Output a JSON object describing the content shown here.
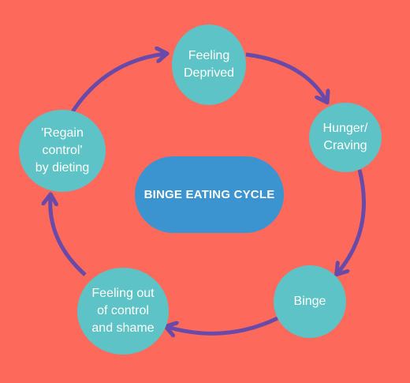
{
  "diagram": {
    "title": "BINGE EATING CYCLE",
    "nodes": [
      {
        "id": "feeling-deprived",
        "label": "Feeling\nDeprived"
      },
      {
        "id": "hunger-craving",
        "label": "Hunger/\nCraving"
      },
      {
        "id": "binge",
        "label": "Binge"
      },
      {
        "id": "out-of-control",
        "label": "Feeling out\nof control\nand shame"
      },
      {
        "id": "regain-control",
        "label": "'Regain\ncontrol'\nby dieting"
      }
    ],
    "edges": [
      {
        "from": "feeling-deprived",
        "to": "hunger-craving"
      },
      {
        "from": "hunger-craving",
        "to": "binge"
      },
      {
        "from": "binge",
        "to": "out-of-control"
      },
      {
        "from": "out-of-control",
        "to": "regain-control"
      },
      {
        "from": "regain-control",
        "to": "feeling-deprived"
      }
    ],
    "colors": {
      "background": "#fd6a5c",
      "node_fill": "#5ec3c6",
      "center_fill": "#3b94d0",
      "arrow": "#6a4aa8",
      "text": "#ffffff"
    }
  }
}
